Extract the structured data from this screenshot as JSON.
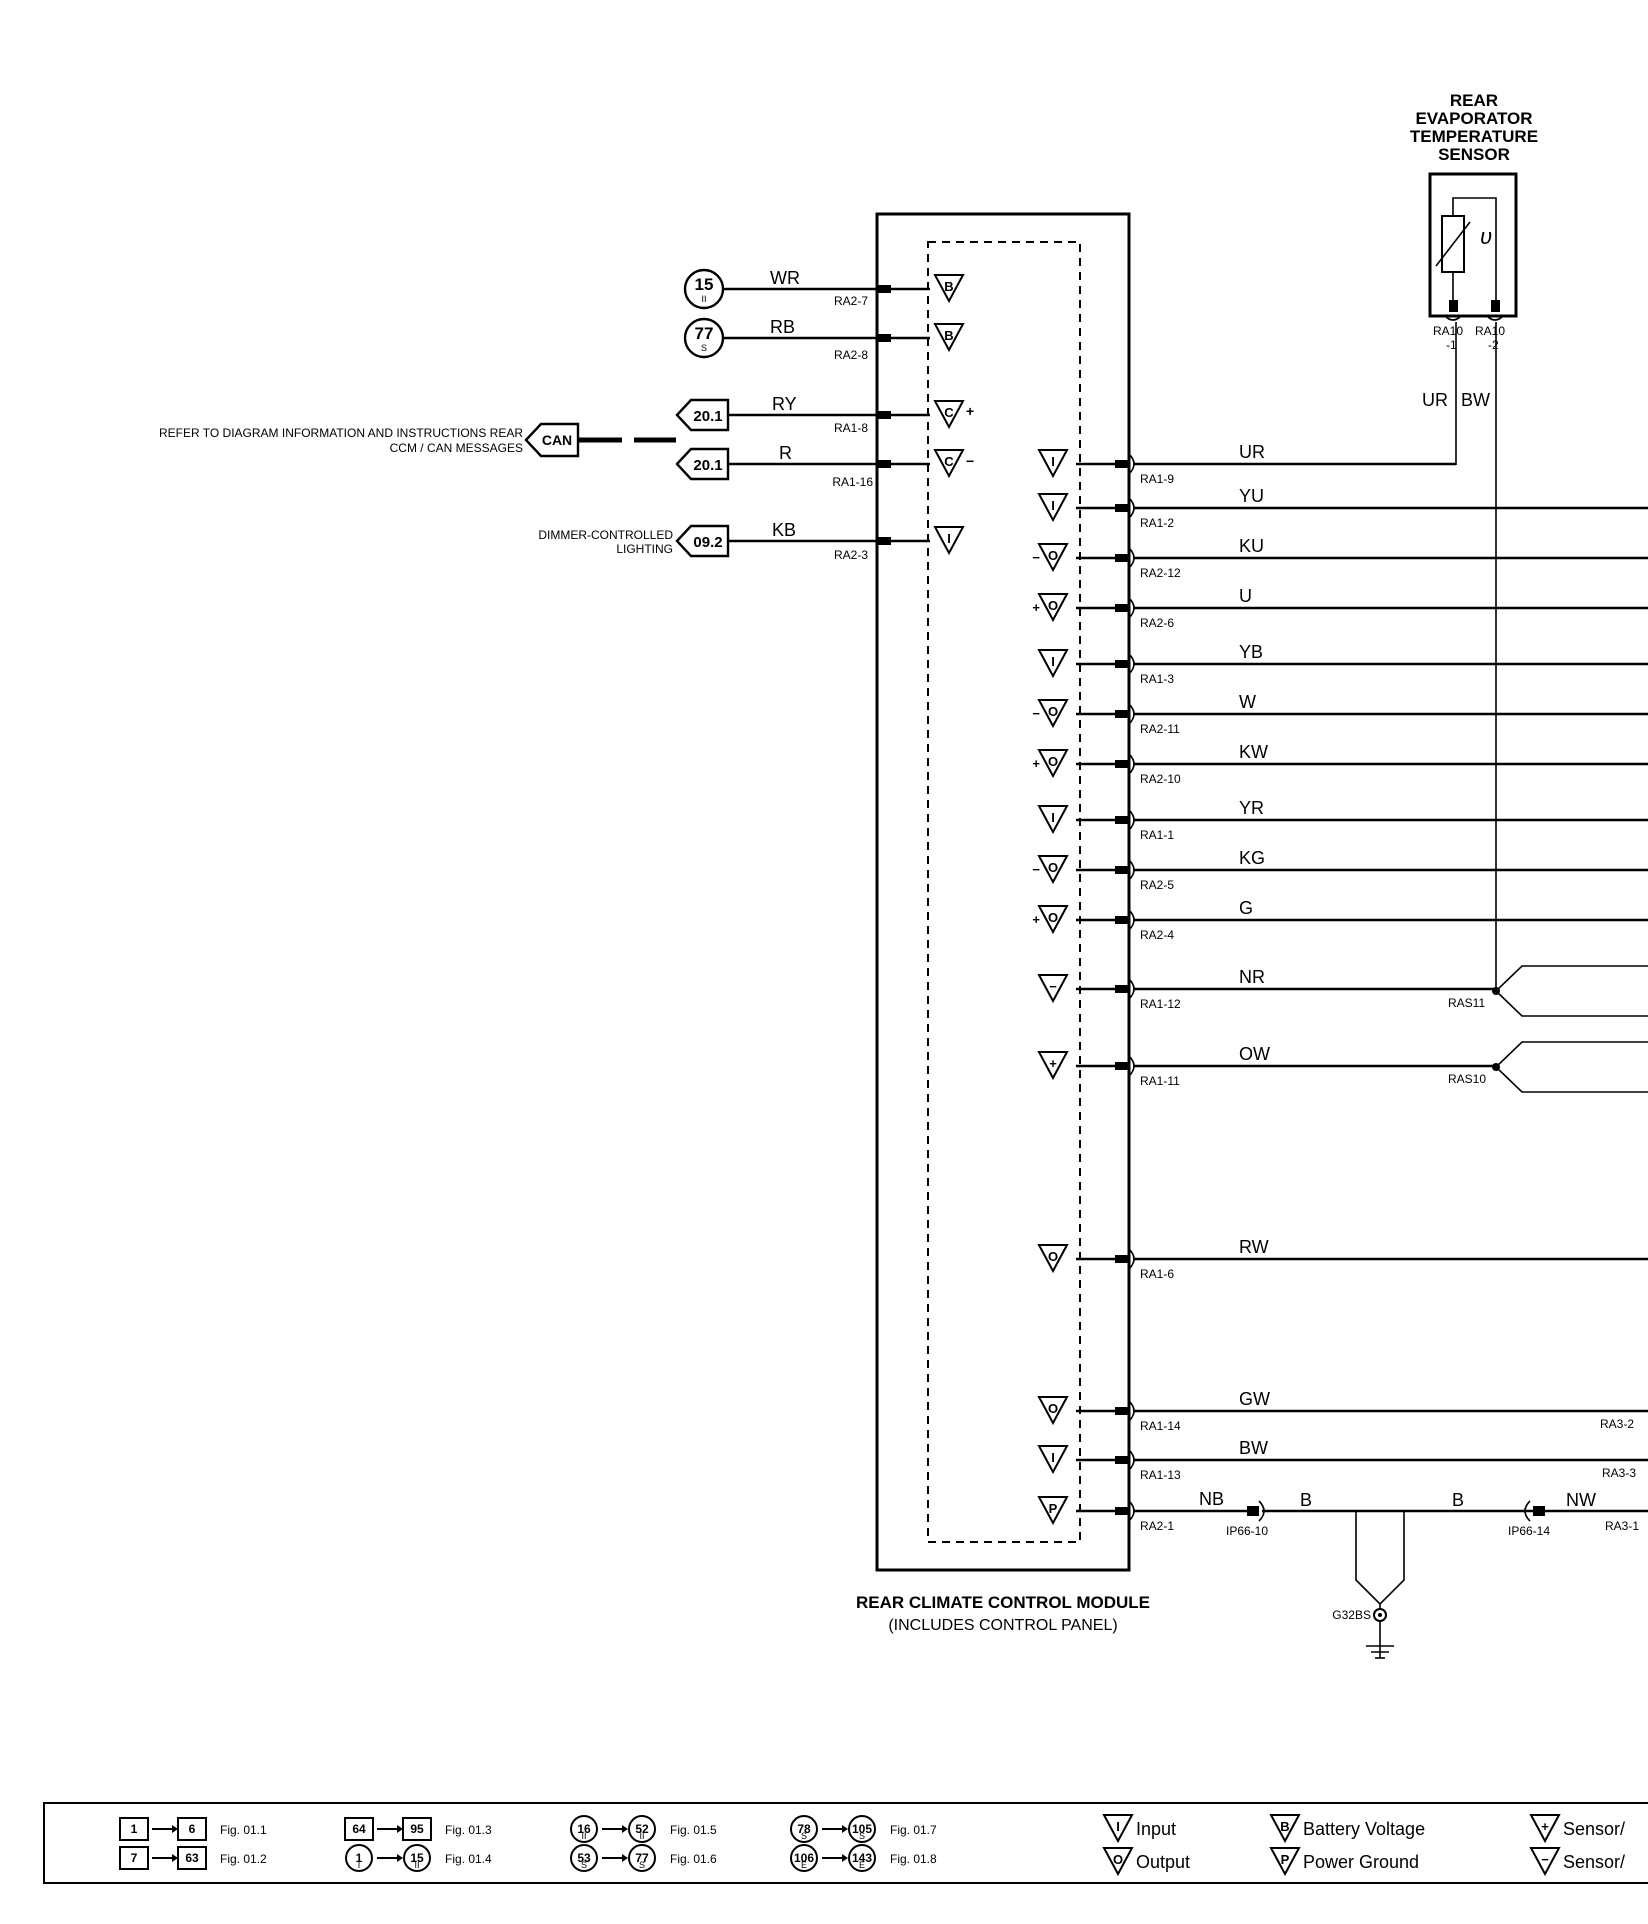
{
  "sensor": {
    "title_lines": [
      "REAR",
      "EVAPORATOR",
      "TEMPERATURE",
      "SENSOR"
    ],
    "symbol": "υ",
    "pins": [
      {
        "top": "RA10",
        "bottom": "-1"
      },
      {
        "top": "RA10",
        "bottom": "-2"
      }
    ],
    "wire_labels": [
      "UR",
      "BW"
    ]
  },
  "module": {
    "title": "REAR CLIMATE CONTROL MODULE",
    "subtitle": "(INCLUDES CONTROL PANEL)"
  },
  "left_connections": [
    {
      "wire": "WR",
      "pin": "RA2-7",
      "ref_num": "15",
      "ref_sub": "II",
      "ref_kind": "circle",
      "glyph": "B",
      "suffix": ""
    },
    {
      "wire": "RB",
      "pin": "RA2-8",
      "ref_num": "77",
      "ref_sub": "S",
      "ref_kind": "circle",
      "glyph": "B",
      "suffix": ""
    },
    {
      "wire": "RY",
      "pin": "RA1-8",
      "ref_num": "20.1",
      "ref_sub": "",
      "ref_kind": "arrow",
      "glyph": "C",
      "suffix": "+"
    },
    {
      "wire": "R",
      "pin": "RA1-16",
      "ref_num": "20.1",
      "ref_sub": "",
      "ref_kind": "arrow",
      "glyph": "C",
      "suffix": "−"
    },
    {
      "wire": "KB",
      "pin": "RA2-3",
      "ref_num": "09.2",
      "ref_sub": "",
      "ref_kind": "arrow",
      "glyph": "I",
      "suffix": ""
    }
  ],
  "can": {
    "label": "CAN",
    "note_lines": [
      "REFER TO DIAGRAM INFORMATION AND INSTRUCTIONS  REAR",
      "CCM / CAN MESSAGES"
    ]
  },
  "dimmer_note": [
    "DIMMER-CONTROLLED",
    "LIGHTING"
  ],
  "right_connections": [
    {
      "wire": "UR",
      "pin": "RA1-9",
      "glyph": "I",
      "suffix": ""
    },
    {
      "wire": "YU",
      "pin": "RA1-2",
      "glyph": "I",
      "suffix": ""
    },
    {
      "wire": "KU",
      "pin": "RA2-12",
      "glyph": "O",
      "suffix": "−"
    },
    {
      "wire": "U",
      "pin": "RA2-6",
      "glyph": "O",
      "suffix": "+"
    },
    {
      "wire": "YB",
      "pin": "RA1-3",
      "glyph": "I",
      "suffix": ""
    },
    {
      "wire": "W",
      "pin": "RA2-11",
      "glyph": "O",
      "suffix": "−"
    },
    {
      "wire": "KW",
      "pin": "RA2-10",
      "glyph": "O",
      "suffix": "+"
    },
    {
      "wire": "YR",
      "pin": "RA1-1",
      "glyph": "I",
      "suffix": ""
    },
    {
      "wire": "KG",
      "pin": "RA2-5",
      "glyph": "O",
      "suffix": "−"
    },
    {
      "wire": "G",
      "pin": "RA2-4",
      "glyph": "O",
      "suffix": "+"
    },
    {
      "wire": "NR",
      "pin": "RA1-12",
      "glyph": "−",
      "suffix": ""
    },
    {
      "wire": "OW",
      "pin": "RA1-11",
      "glyph": "+",
      "suffix": ""
    },
    {
      "wire": "RW",
      "pin": "RA1-6",
      "glyph": "O",
      "suffix": ""
    },
    {
      "wire": "GW",
      "pin": "RA1-14",
      "glyph": "O",
      "suffix": ""
    },
    {
      "wire": "BW",
      "pin": "RA1-13",
      "glyph": "I",
      "suffix": ""
    },
    {
      "wire": "NB",
      "pin": "RA2-1",
      "glyph": "P",
      "suffix": ""
    }
  ],
  "splices": [
    "RAS11",
    "RAS10"
  ],
  "far_pins": [
    "RA3-2",
    "RA3-3",
    "RA3-1"
  ],
  "ground": {
    "inline_left": "IP66-10",
    "inline_right": "IP66-14",
    "wire_left": "B",
    "wire_right": "B",
    "wire_far": "NW",
    "ground_point": "G32BS"
  },
  "legend": {
    "figs": [
      {
        "from": "1",
        "to": "6",
        "fig": "Fig. 01.1",
        "from_sub": "",
        "to_sub": "",
        "kind": "square"
      },
      {
        "from": "7",
        "to": "63",
        "fig": "Fig. 01.2",
        "from_sub": "",
        "to_sub": "",
        "kind": "square"
      },
      {
        "from": "64",
        "to": "95",
        "fig": "Fig. 01.3",
        "from_sub": "",
        "to_sub": "",
        "kind": "square"
      },
      {
        "from": "1",
        "to": "15",
        "fig": "Fig. 01.4",
        "from_sub": "I",
        "to_sub": "II",
        "kind": "circle"
      },
      {
        "from": "16",
        "to": "52",
        "fig": "Fig. 01.5",
        "from_sub": "II",
        "to_sub": "II",
        "kind": "circle"
      },
      {
        "from": "53",
        "to": "77",
        "fig": "Fig. 01.6",
        "from_sub": "S",
        "to_sub": "S",
        "kind": "circle"
      },
      {
        "from": "78",
        "to": "105",
        "fig": "Fig. 01.7",
        "from_sub": "S",
        "to_sub": "S",
        "kind": "circle"
      },
      {
        "from": "106",
        "to": "143",
        "fig": "Fig. 01.8",
        "from_sub": "E",
        "to_sub": "E",
        "kind": "circle"
      }
    ],
    "symbols": [
      {
        "glyph": "I",
        "label": "Input"
      },
      {
        "glyph": "O",
        "label": "Output"
      },
      {
        "glyph": "B",
        "label": "Battery Voltage"
      },
      {
        "glyph": "P",
        "label": "Power Ground"
      },
      {
        "glyph": "+",
        "label": "Sensor/"
      },
      {
        "glyph": "−",
        "label": "Sensor/"
      }
    ]
  }
}
